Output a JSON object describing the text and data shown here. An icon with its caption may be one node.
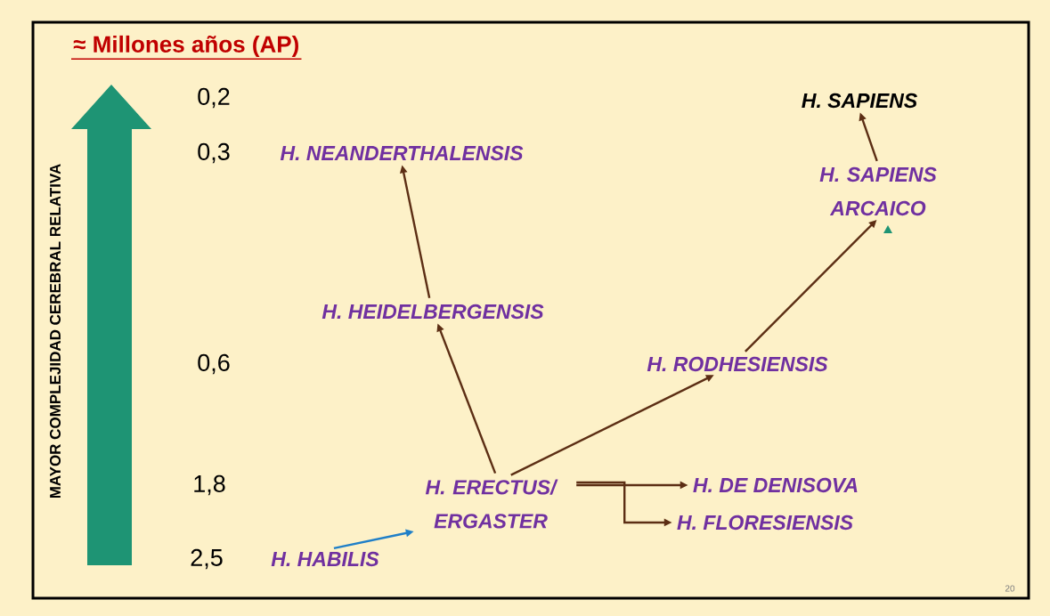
{
  "diagram": {
    "title": "≈ Millones años (AP)",
    "nodes": [
      {
        "text": [
          "H. NEANDERTHALENSIS"
        ]
      },
      {
        "text": [
          "H. SAPIENS"
        ]
      },
      {
        "text": [
          "H. SAPIENS ARCAICO"
        ]
      },
      {
        "text": [
          "H. HEIDELBERGENSIS"
        ]
      },
      {
        "text": [
          "H. RODHESIENSIS"
        ]
      },
      {
        "text": [
          "H. ERECTUS/ ERGASTER"
        ]
      },
      {
        "text": [
          "H. DE DENISOVA"
        ]
      },
      {
        "text": [
          "H. FLORESIENSIS"
        ]
      },
      {
        "text": [
          "H. HABILIS"
        ]
      }
    ],
    "edges": [
      {
        "from": 8,
        "to": 5,
        "arrow": "to",
        "color": "#1f7fc8"
      },
      {
        "from": 5,
        "to": 3,
        "arrow": "to"
      },
      {
        "from": 3,
        "to": 0,
        "arrow": "to"
      },
      {
        "from": 5,
        "to": 4,
        "arrow": "to"
      },
      {
        "from": 4,
        "to": 2,
        "arrow": "to"
      },
      {
        "from": 2,
        "to": 1,
        "arrow": "to"
      },
      {
        "from": 5,
        "to": 6,
        "arrow": "to"
      },
      {
        "from": 5,
        "to": 7,
        "arrow": "to"
      }
    ],
    "labels": [
      "0,2",
      "0,3",
      "0,6",
      "1,8",
      "2,5",
      "MAYOR COMPLEJIDAD CEREBRAL RELATIVA",
      "20"
    ]
  }
}
